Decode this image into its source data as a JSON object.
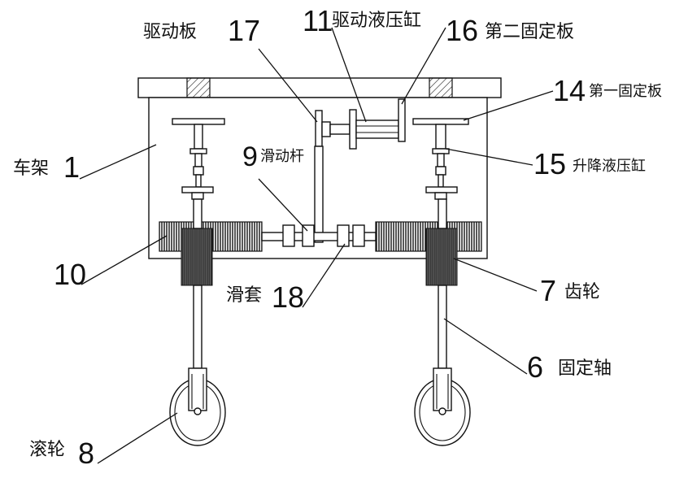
{
  "labels": {
    "drive_plate": "驱动板",
    "n17": "17",
    "n11": "11",
    "drive_cyl": "驱动液压缸",
    "n16": "16",
    "second_plate": "第二固定板",
    "n14": "14",
    "first_plate": "第一固定板",
    "frame": "车架",
    "n1": "1",
    "n9": "9",
    "slide_rod": "滑动杆",
    "n15": "15",
    "lift_cyl": "升降液压缸",
    "n10": "10",
    "sleeve": "滑套",
    "n18": "18",
    "n7": "7",
    "gear": "齿轮",
    "n6": "6",
    "shaft": "固定轴",
    "roller": "滚轮",
    "n8": "8"
  },
  "colors": {
    "line": "#111111",
    "fill_dark": "#2a2a2a",
    "background": "#ffffff"
  }
}
